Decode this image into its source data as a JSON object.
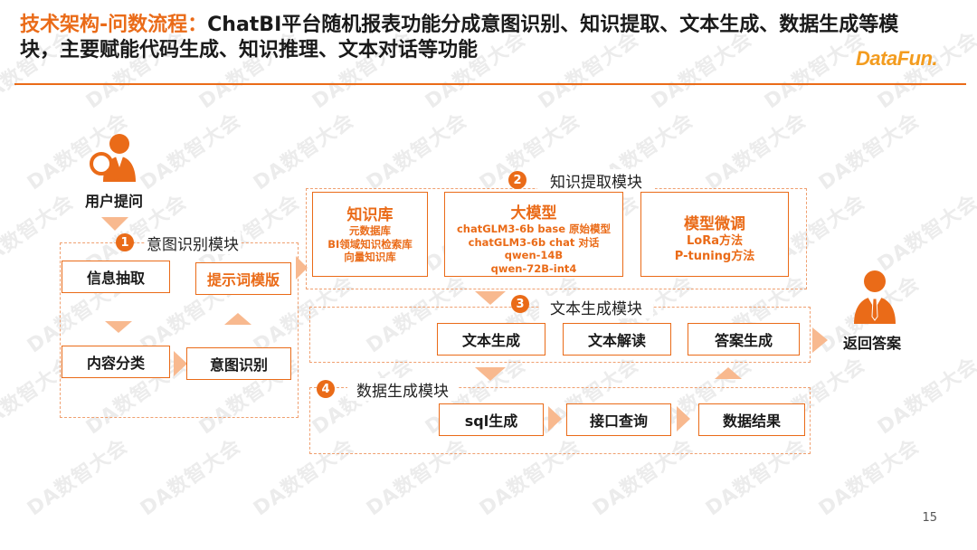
{
  "slide": {
    "title_highlight": "技术架构-问数流程：",
    "title_rest": "ChatBI平台随机报表功能分成意图识别、知识提取、文本生成、数据生成等模块，主要赋能代码生成、知识推理、文本对话等功能",
    "logo": "DataFun.",
    "page_number": "15",
    "watermark": "DA数智大会",
    "accent_color": "#ea6b18"
  },
  "user": {
    "label": "用户提问",
    "icon": "user-search-icon"
  },
  "answer": {
    "label": "返回答案",
    "icon": "businessman-icon"
  },
  "modules": {
    "intent": {
      "number": "1",
      "label": "意图识别模块",
      "boxes": {
        "info_extract": "信息抽取",
        "prompt_template": "提示词模版",
        "content_classify": "内容分类",
        "intent_recognize": "意图识别"
      }
    },
    "knowledge": {
      "number": "2",
      "label": "知识提取模块",
      "kb": {
        "title": "知识库",
        "lines": [
          "元数据库",
          "BI领域知识检索库",
          "向量知识库"
        ]
      },
      "llm": {
        "title": "大模型",
        "lines": [
          "chatGLM3-6b base 原始模型",
          "chatGLM3-6b chat 对话",
          "qwen-14B",
          "qwen-72B-int4"
        ]
      },
      "finetune": {
        "title": "模型微调",
        "lines": [
          "LoRa方法",
          "P-tuning方法"
        ]
      }
    },
    "text": {
      "number": "3",
      "label": "文本生成模块",
      "boxes": [
        "文本生成",
        "文本解读",
        "答案生成"
      ]
    },
    "data": {
      "number": "4",
      "label": "数据生成模块",
      "boxes": [
        "sql生成",
        "接口查询",
        "数据结果"
      ]
    }
  }
}
